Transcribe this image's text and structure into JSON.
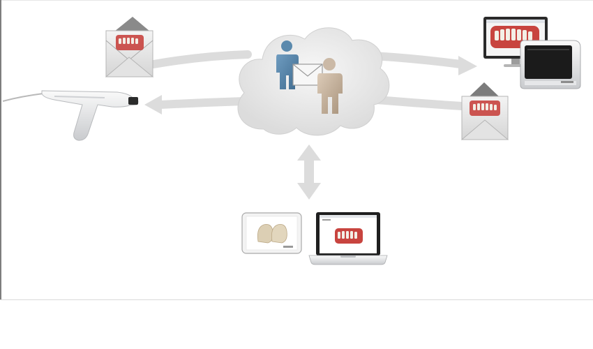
{
  "diagram": {
    "nodes": [
      {
        "id": "cloud",
        "icon": "cloud-icon"
      },
      {
        "id": "dentist",
        "icon": "person-blue-icon"
      },
      {
        "id": "technician",
        "icon": "person-beige-icon"
      },
      {
        "id": "message",
        "icon": "envelope-icon"
      },
      {
        "id": "intraoral-scanner",
        "icon": "intraoral-scanner-icon"
      },
      {
        "id": "desktop-workstation",
        "icon": "desktop-monitor-icon"
      },
      {
        "id": "milling-unit",
        "icon": "milling-unit-icon"
      },
      {
        "id": "tablet",
        "icon": "tablet-icon"
      },
      {
        "id": "laptop",
        "icon": "laptop-icon"
      },
      {
        "id": "scan-envelope-left",
        "icon": "dental-scan-envelope-icon"
      },
      {
        "id": "scan-envelope-right",
        "icon": "dental-scan-envelope-icon"
      }
    ],
    "connections": [
      {
        "from": "scan-envelope-left",
        "to": "cloud",
        "style": "one-way"
      },
      {
        "from": "cloud",
        "to": "intraoral-scanner",
        "style": "one-way"
      },
      {
        "from": "cloud",
        "to": "desktop-workstation",
        "style": "one-way"
      },
      {
        "from": "scan-envelope-right",
        "to": "cloud",
        "style": "one-way"
      },
      {
        "from": "cloud",
        "to": "tablet",
        "style": "two-way"
      }
    ],
    "colors": {
      "arrow": "#dcdcdc",
      "cloud": "#e6e6e6",
      "person_blue": "#4f7fa3",
      "person_beige": "#c7b6a3",
      "gums": "#c8443f",
      "teeth": "#f3efe6",
      "device_silver": "#e3e4e6",
      "screen_dark": "#1b1b1b"
    }
  }
}
